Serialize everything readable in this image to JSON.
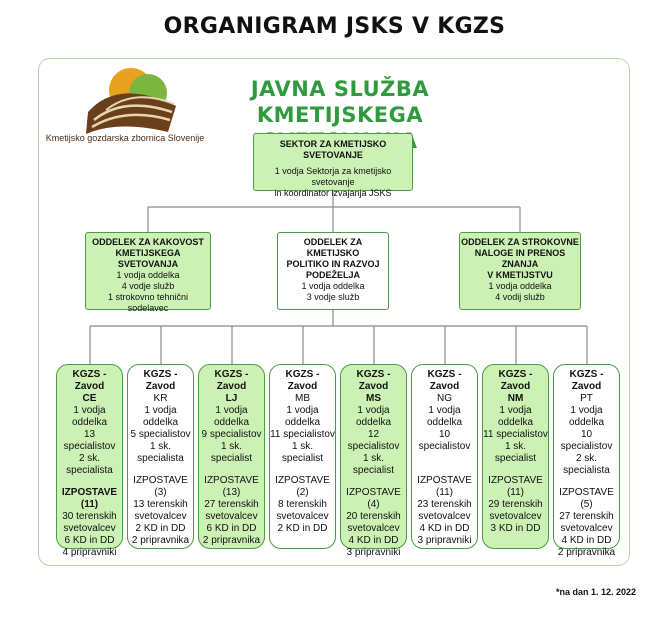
{
  "title": "ORGANIGRAM JSKS V KGZS",
  "logo": {
    "caption": "Kmetijsko gozdarska zbornica Slovenije"
  },
  "heading": {
    "line1": "JAVNA SLUŽBA KMETIJSKEGA",
    "line2": "SVETOVANJA"
  },
  "colors": {
    "accent": "#2f9a3e",
    "box_green": "#ccf1b4",
    "border": "#4d9a48"
  },
  "sector": {
    "title": "SEKTOR ZA KMETIJSKO SVETOVANJE",
    "lines": [
      "1 vodja Sektorja za kmetijsko svetovanje",
      "in koordinator izvajanja JSKS"
    ]
  },
  "departments": [
    {
      "title": [
        "ODDELEK ZA KAKOVOST",
        "KMETIJSKEGA SVETOVANJA"
      ],
      "lines": [
        "1 vodja oddelka",
        "4 vodje služb",
        "1 strokovno tehnični",
        "sodelavec"
      ],
      "color": "green"
    },
    {
      "title": [
        "ODDELEK ZA KMETIJSKO",
        "POLITIKO IN RAZVOJ",
        "PODEŽELJA"
      ],
      "lines": [
        "1 vodja oddelka",
        "3 vodje služb"
      ],
      "color": "white"
    },
    {
      "title": [
        "ODDELEK ZA STROKOVNE",
        "NALOGE IN PRENOS ZNANJA",
        "V KMETIJSTVU"
      ],
      "lines": [
        "1 vodja oddelka",
        "4 vodij služb"
      ],
      "color": "green"
    }
  ],
  "units": [
    {
      "color": "green",
      "name": [
        "KGZS - Zavod",
        "CE"
      ],
      "lines": [
        "1 vodja",
        "oddelka",
        "13 specialistov",
        "2 sk. specialista"
      ],
      "branch_title": "IZPOSTAVE (11)",
      "branch_lines": [
        "30 terenskih",
        "svetovalcev",
        "6 KD in DD",
        "4 pripravniki"
      ]
    },
    {
      "color": "white",
      "name": [
        "KGZS - Zavod",
        "KR"
      ],
      "lines": [
        "1 vodja",
        "oddelka",
        "5 specialistov",
        "1 sk. specialista"
      ],
      "branch_title": "IZPOSTAVE (3)",
      "branch_lines": [
        "13 terenskih",
        "svetovalcev",
        "2 KD in DD",
        "2 pripravnika"
      ]
    },
    {
      "color": "green",
      "name": [
        "KGZS - Zavod",
        "LJ"
      ],
      "lines": [
        "1 vodja",
        "oddelka",
        "9 specialistov",
        "1 sk. specialist"
      ],
      "branch_title": "IZPOSTAVE",
      "branch_title2": "(13)",
      "branch_lines": [
        "27 terenskih",
        "svetovalcev",
        "6 KD in DD",
        "2 pripravnika"
      ]
    },
    {
      "color": "white",
      "name": [
        "KGZS - Zavod",
        "MB"
      ],
      "lines": [
        "1 vodja",
        "oddelka",
        "11 specialistov",
        "1 sk. specialist"
      ],
      "branch_title": "IZPOSTAVE (2)",
      "branch_lines": [
        "8 terenskih",
        "svetovalcev",
        "2 KD in DD"
      ]
    },
    {
      "color": "green",
      "name": [
        "KGZS - Zavod",
        "MS"
      ],
      "lines": [
        "1 vodja",
        "oddelka",
        "12 specialistov",
        "1 sk. specialist"
      ],
      "branch_title": "IZPOSTAVE (4)",
      "branch_lines": [
        "20 terenskih",
        "svetovalcev",
        "4 KD in DD",
        "3 pripravniki"
      ]
    },
    {
      "color": "white",
      "name": [
        "KGZS - Zavod",
        "NG"
      ],
      "lines": [
        "1 vodja",
        "oddelka",
        "10 specialistov"
      ],
      "branch_title": "IZPOSTAVE (11)",
      "branch_lines": [
        "23 terenskih",
        "svetovalcev",
        "4 KD in DD",
        "3 pripravniki"
      ]
    },
    {
      "color": "green",
      "name": [
        "KGZS - Zavod",
        "NM"
      ],
      "lines": [
        "1 vodja",
        "oddelka",
        "11 specialistov",
        "1 sk. specialist"
      ],
      "branch_title": "IZPOSTAVE (11)",
      "branch_lines": [
        "29 terenskih",
        "svetovalcev",
        "3 KD in DD"
      ]
    },
    {
      "color": "white",
      "name": [
        "KGZS - Zavod",
        "PT"
      ],
      "lines": [
        "1 vodja",
        "oddelka",
        "10 specialistov",
        "2 sk. specialista"
      ],
      "branch_title": "IZPOSTAVE (5)",
      "branch_lines": [
        "27 terenskih",
        "svetovalcev",
        "4 KD in DD",
        "2 pripravnika"
      ]
    }
  ],
  "footnote": "*na dan 1. 12. 2022"
}
